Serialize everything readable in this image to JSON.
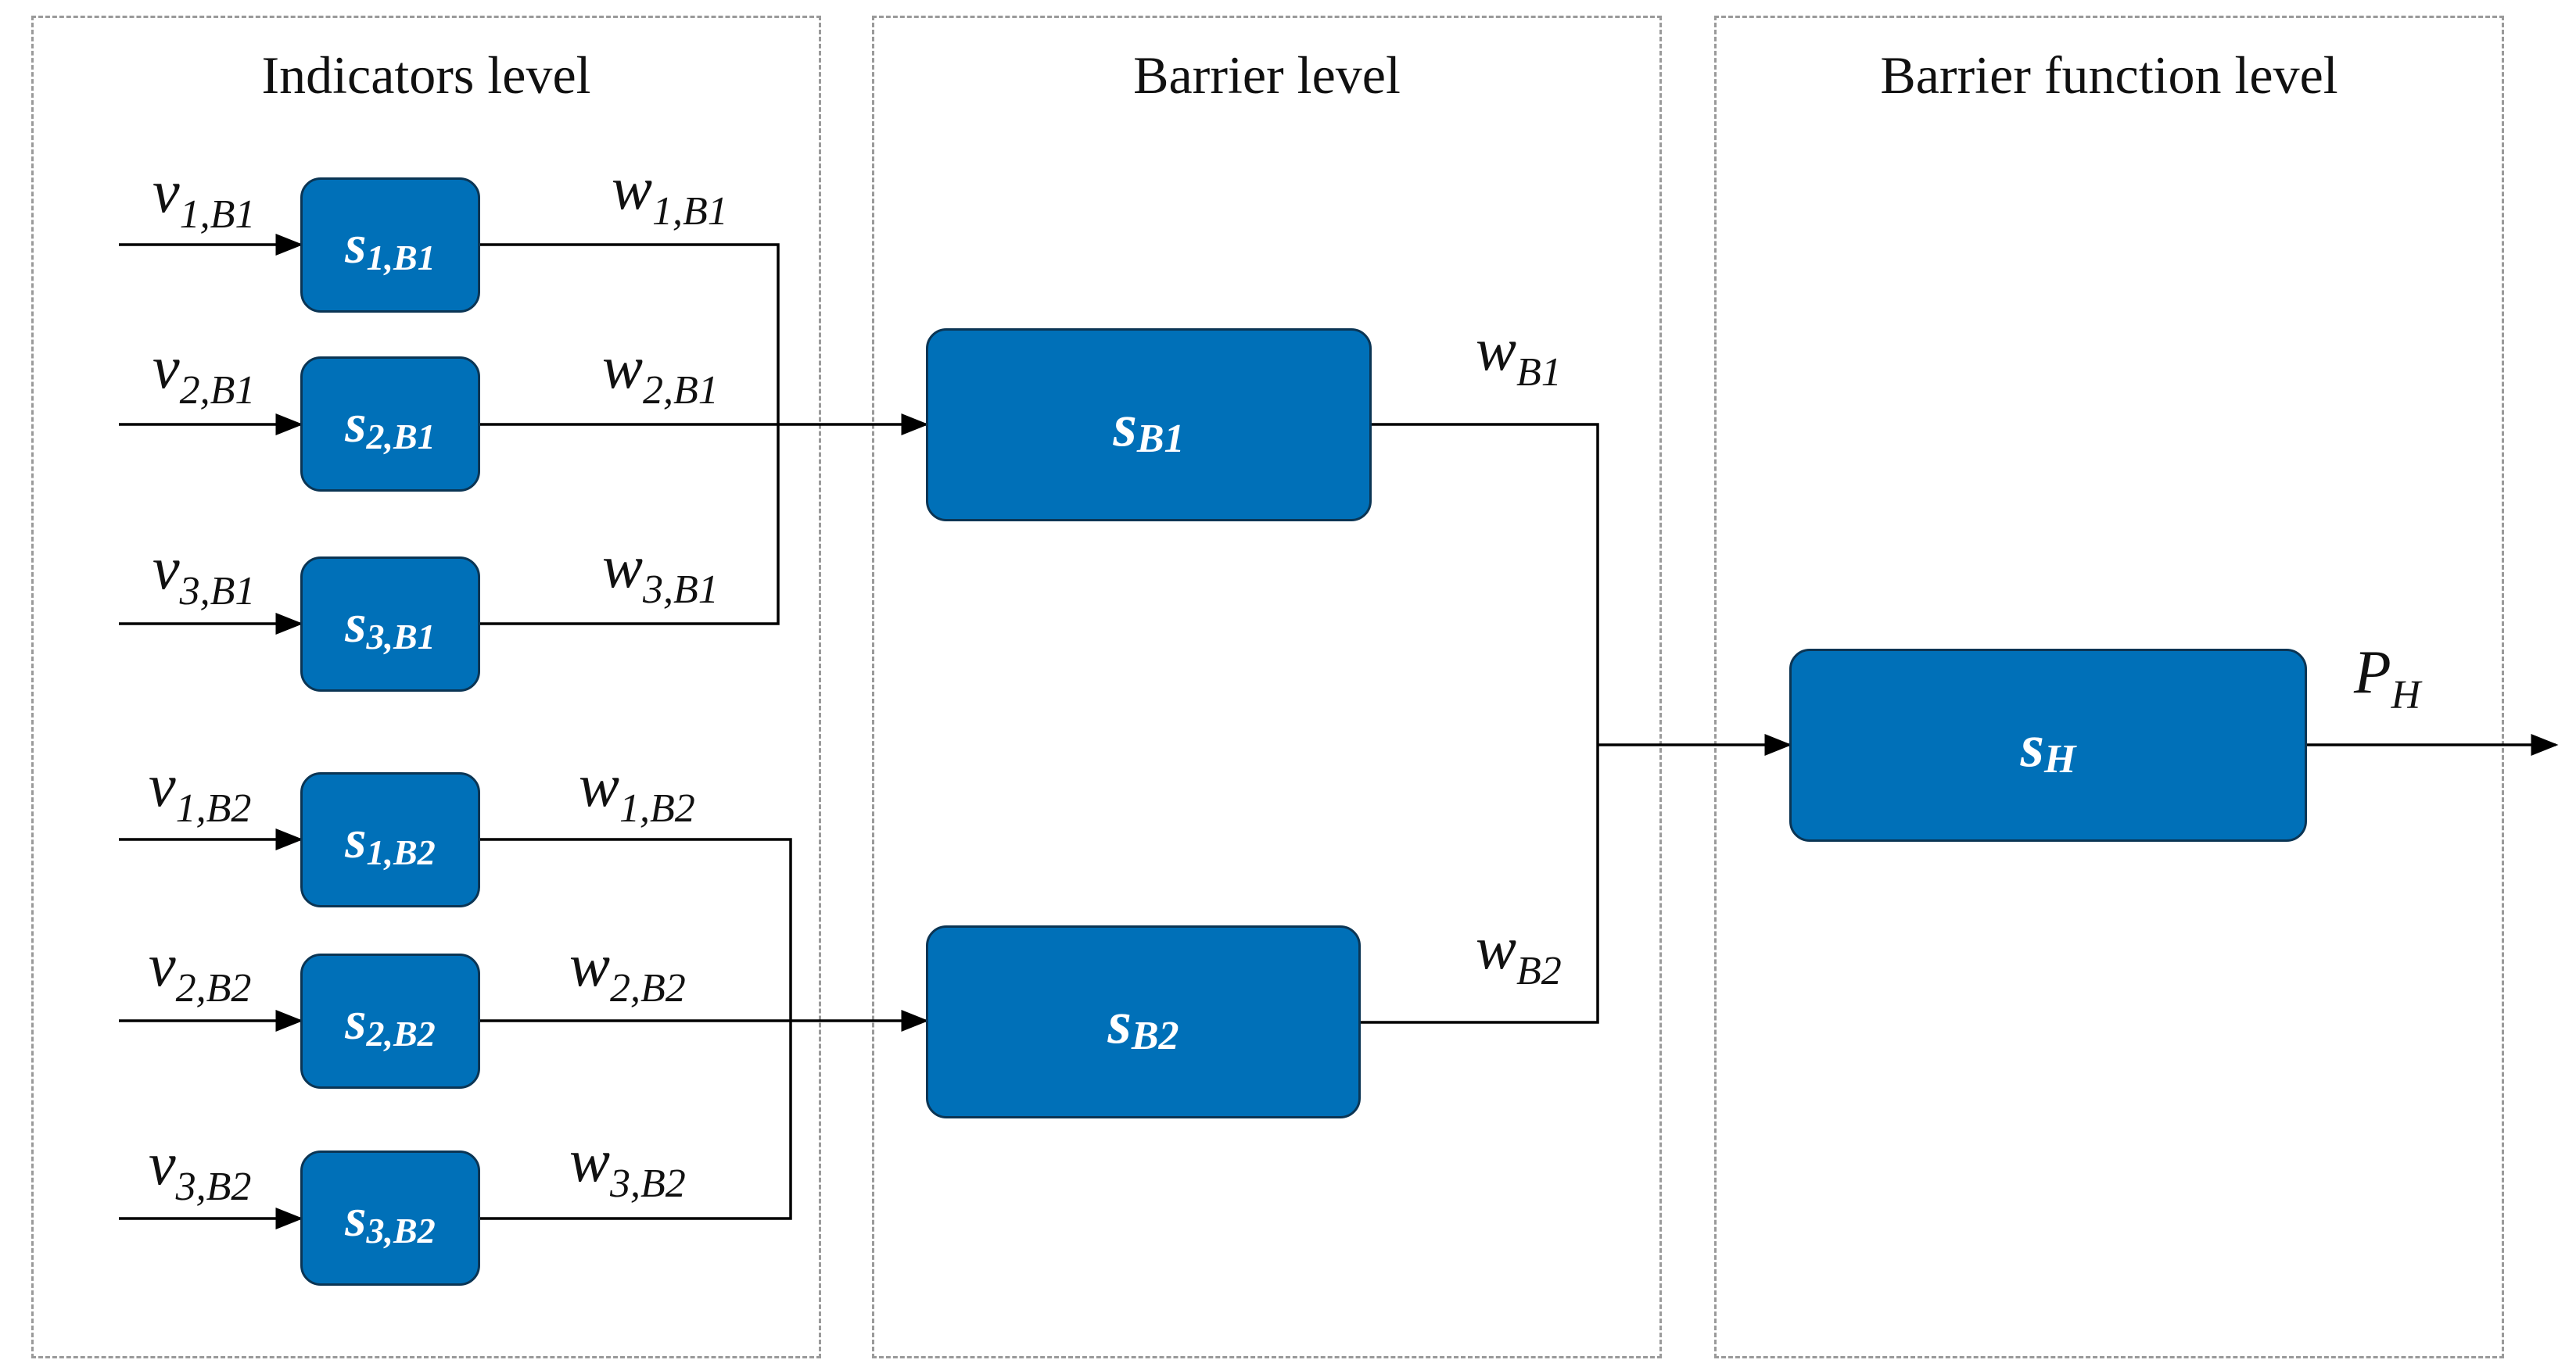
{
  "panels": {
    "indicators": {
      "title": "Indicators level"
    },
    "barrier": {
      "title": "Barrier level"
    },
    "function": {
      "title": "Barrier function level"
    }
  },
  "indicator_blocks": [
    {
      "main": "s",
      "sub": "1,B1"
    },
    {
      "main": "s",
      "sub": "2,B1"
    },
    {
      "main": "s",
      "sub": "3,B1"
    },
    {
      "main": "s",
      "sub": "1,B2"
    },
    {
      "main": "s",
      "sub": "2,B2"
    },
    {
      "main": "s",
      "sub": "3,B2"
    }
  ],
  "inputs": [
    {
      "main": "v",
      "sub": "1,B1"
    },
    {
      "main": "v",
      "sub": "2,B1"
    },
    {
      "main": "v",
      "sub": "3,B1"
    },
    {
      "main": "v",
      "sub": "1,B2"
    },
    {
      "main": "v",
      "sub": "2,B2"
    },
    {
      "main": "v",
      "sub": "3,B2"
    }
  ],
  "indicator_weights": [
    {
      "main": "w",
      "sub": "1,B1"
    },
    {
      "main": "w",
      "sub": "2,B1"
    },
    {
      "main": "w",
      "sub": "3,B1"
    },
    {
      "main": "w",
      "sub": "1,B2"
    },
    {
      "main": "w",
      "sub": "2,B2"
    },
    {
      "main": "w",
      "sub": "3,B2"
    }
  ],
  "barrier_blocks": [
    {
      "main": "s",
      "sub": "B1"
    },
    {
      "main": "s",
      "sub": "B2"
    }
  ],
  "barrier_weights": [
    {
      "main": "w",
      "sub": "B1"
    },
    {
      "main": "w",
      "sub": "B2"
    }
  ],
  "function_block": {
    "main": "s",
    "sub": "H"
  },
  "output": {
    "main": "P",
    "sub": "H"
  }
}
